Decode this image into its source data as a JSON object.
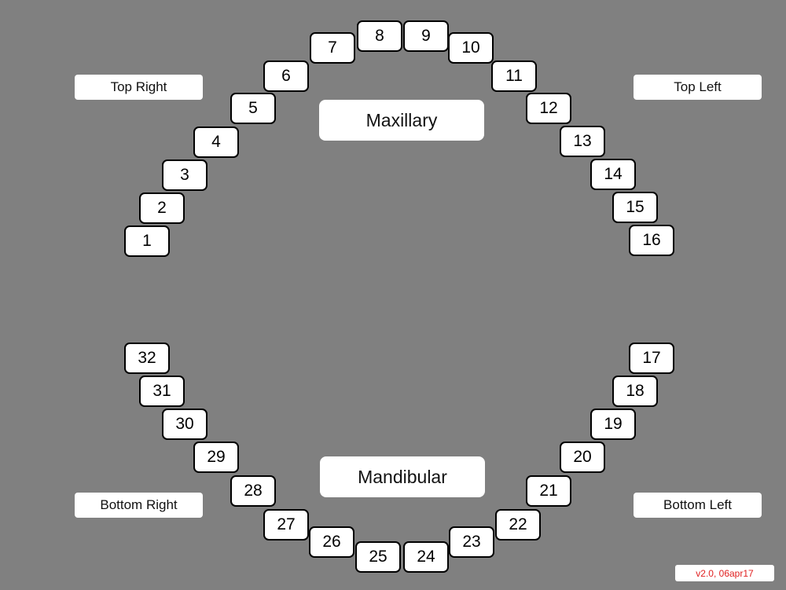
{
  "quadrants": {
    "top_right": "Top Right",
    "top_left": "Top Left",
    "bottom_right": "Bottom Right",
    "bottom_left": "Bottom Left"
  },
  "arches": {
    "maxillary": "Maxillary",
    "mandibular": "Mandibular"
  },
  "teeth": [
    "1",
    "2",
    "3",
    "4",
    "5",
    "6",
    "7",
    "8",
    "9",
    "10",
    "11",
    "12",
    "13",
    "14",
    "15",
    "16",
    "17",
    "18",
    "19",
    "20",
    "21",
    "22",
    "23",
    "24",
    "25",
    "26",
    "27",
    "28",
    "29",
    "30",
    "31",
    "32"
  ],
  "version": "v2.0, 06apr17",
  "colors": {
    "background": "#808080",
    "tooth_fill": "#ffffff",
    "tooth_border": "#000000",
    "version_text": "#e02020"
  }
}
